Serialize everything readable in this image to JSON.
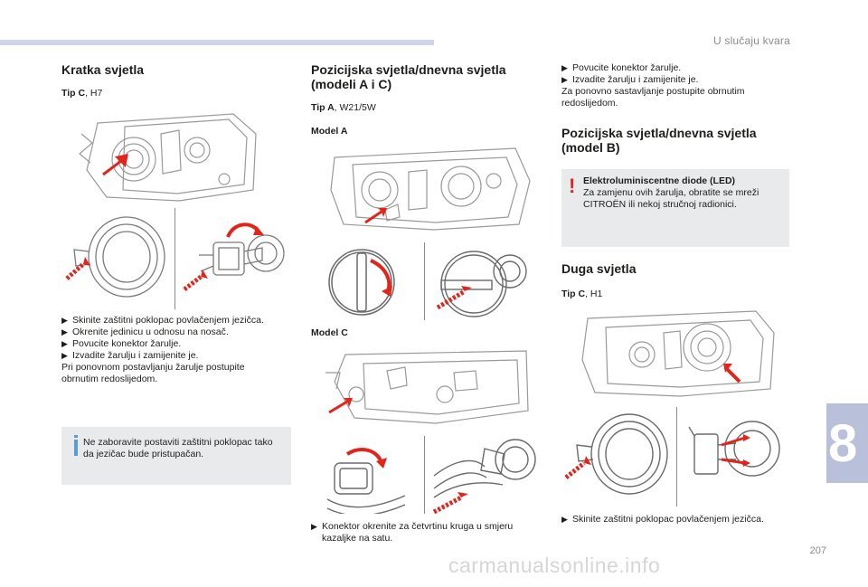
{
  "header": {
    "section_title": "U slučaju kvara",
    "chapter_number": "8",
    "page_number": "207",
    "watermark": "carmanualsonline.info"
  },
  "col1": {
    "heading": "Kratka svjetla",
    "tip_label": "Tip C",
    "tip_value": ", H7",
    "steps": [
      "Skinite zaštitni poklopac povlačenjem jezičca.",
      "Okrenite jedinicu u odnosu na nosač.",
      "Povucite konektor žarulje.",
      "Izvadite žarulju i zamijenite je."
    ],
    "footer": "Pri ponovnom postavljanju žarulje postupite obrnutim redoslijedom.",
    "note": "Ne zaboravite postaviti zaštitni poklopac tako da jezičac bude pristupačan."
  },
  "col2": {
    "heading": "Pozicijska svjetla/dnevna svjetla (modeli A i C)",
    "tip_label": "Tip A",
    "tip_value": ", W21/5W",
    "model_a": "Model A",
    "model_c": "Model C",
    "steps": [
      "Konektor okrenite za četvrtinu kruga u smjeru kazaljke na satu."
    ]
  },
  "col3": {
    "steps": [
      "Povucite konektor žarulje.",
      "Izvadite žarulju i zamijenite je."
    ],
    "footer": "Za ponovno sastavljanje postupite obrnutim redoslijedom.",
    "heading_b": "Pozicijska svjetla/dnevna svjetla (model B)",
    "warning_title": "Elektroluminiscentne diode (LED)",
    "warning_text": "Za zamjenu ovih žarulja, obratite se mreži CITROËN ili nekoj stručnoj radionici.",
    "heading_high": "Duga svjetla",
    "tip_label": "Tip C",
    "tip_value": ", H1",
    "steps_high": [
      "Skinite zaštitni poklopac povlačenjem jezičca."
    ]
  },
  "icons": {
    "bullet": "right-arrow-icon",
    "info": "info-icon",
    "warning": "exclamation-icon"
  },
  "colors": {
    "accent_red": "#e3241b",
    "note_bg": "#e9eaec",
    "info_blue": "#5a9bd4",
    "tab_bg": "#b9c0d9"
  }
}
